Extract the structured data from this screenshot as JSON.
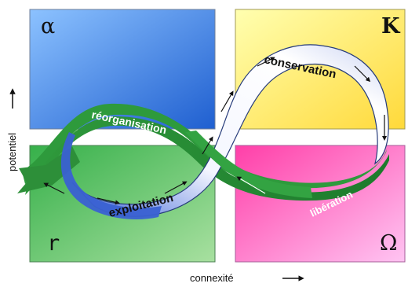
{
  "axes": {
    "y_label": "potentiel",
    "x_label": "connexité"
  },
  "quadrants": {
    "alpha": {
      "symbol": "α",
      "color": "#3b7fd6"
    },
    "k": {
      "symbol": "K",
      "color": "#fff068"
    },
    "r": {
      "symbol": "r",
      "color": "#36b04a"
    },
    "omega": {
      "symbol": "Ω",
      "color": "#f06bd0"
    }
  },
  "phases": {
    "reorganisation": "réorganisation",
    "conservation": "conservation",
    "exploitation": "exploitation",
    "liberation": "libération"
  },
  "colors": {
    "green_band": "#2f9a3c",
    "white_band": "#f2f5ff",
    "blue_band": "#3f66d6"
  }
}
